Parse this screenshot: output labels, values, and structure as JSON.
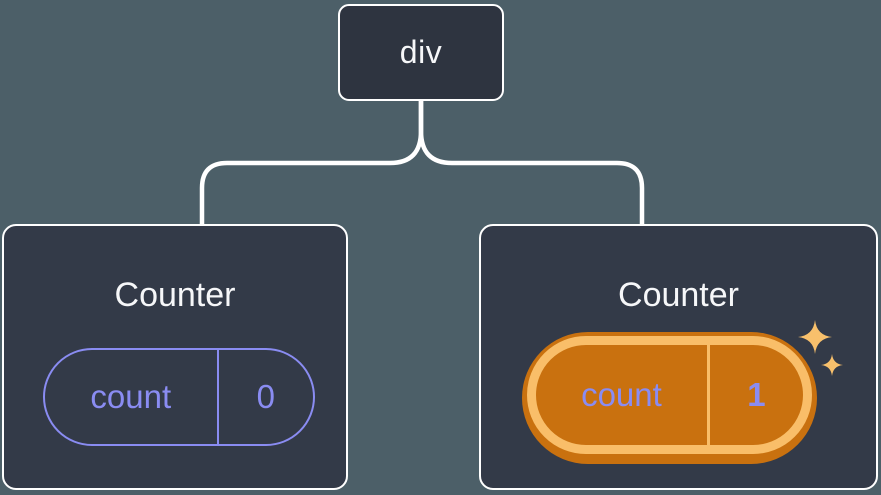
{
  "theme": {
    "colors": {
      "page-bg": "#4c5f68",
      "root-bg": "#2e3440",
      "card-bg": "#333a48",
      "line": "#ffffff",
      "text": "#f6f7f9",
      "purple": "#8a8cf2",
      "orange-light": "#f9be69",
      "orange-dark": "#c9710f",
      "sparkle": "#f8c06c"
    }
  },
  "tree": {
    "root": {
      "label": "div"
    },
    "children": [
      {
        "title": "Counter",
        "state": {
          "name": "count",
          "value": "0"
        },
        "highlighted": false
      },
      {
        "title": "Counter",
        "state": {
          "name": "count",
          "value": "1"
        },
        "highlighted": true
      }
    ]
  }
}
